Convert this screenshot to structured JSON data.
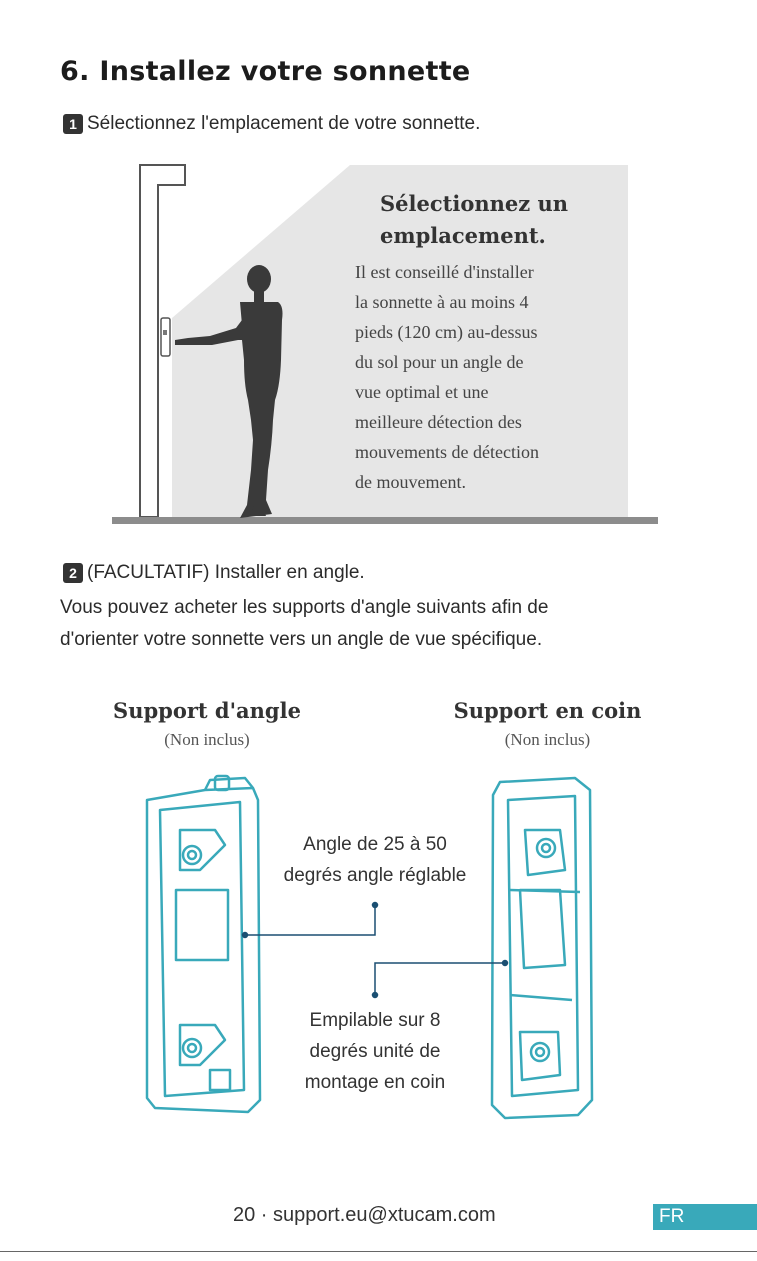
{
  "heading": "6. Installez votre sonnette",
  "step1": {
    "number": "1",
    "text": "Sélectionnez l'emplacement de votre sonnette."
  },
  "illustration": {
    "title_lines": [
      "Sélectionnez un",
      "emplacement."
    ],
    "body_lines": [
      "Il est conseillé d'installer",
      "la sonnette à au moins 4",
      "pieds (120 cm) au-dessus",
      "du sol pour un angle de",
      "vue optimal et une",
      "meilleure détection des",
      "mouvements de détection",
      "de mouvement."
    ]
  },
  "step2": {
    "number": "2",
    "text": "(FACULTATIF) Installer en angle.",
    "paragraph_lines": [
      "Vous pouvez acheter les supports d'angle suivants afin de",
      "d'orienter votre sonnette vers un angle de vue spécifique."
    ]
  },
  "products": {
    "left": {
      "title": "Support d'angle",
      "subtitle": "(Non inclus)"
    },
    "right": {
      "title": "Support en coin",
      "subtitle": "(Non inclus)"
    },
    "note_angle_lines": [
      "Angle de 25 à 50",
      "degrés angle réglable"
    ],
    "note_stack_lines": [
      "Empilable sur 8",
      "degrés unité de",
      "montage en coin"
    ]
  },
  "footer": {
    "text": "20 · support.eu@xtucam.com",
    "lang": "FR"
  },
  "colors": {
    "teal": "#39a9ba",
    "connector": "#1b4f72",
    "panel": "#e6e6e6",
    "floor": "#8c8c8c",
    "silhouette": "#3a3a3a"
  }
}
